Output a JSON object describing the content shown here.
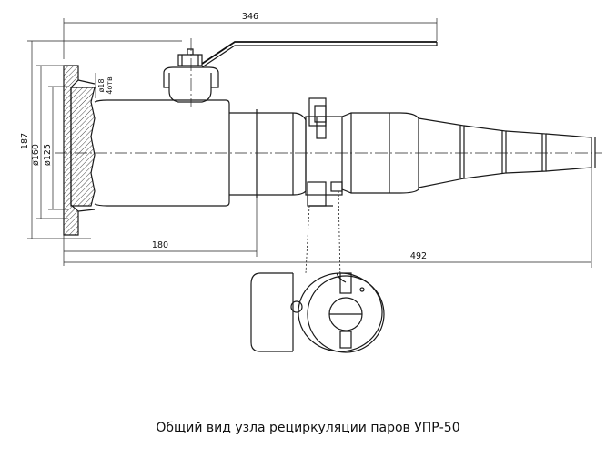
{
  "caption": "Общий вид узла рециркуляции паров УПР-50",
  "dimensions": {
    "handle_length": "346",
    "height": "187",
    "flange_outer_dia": "ø160",
    "bore_dia": "ø125",
    "bolt_hole": "ø18",
    "bolt_count": "4отв",
    "body_length": "180",
    "total_length": "492"
  }
}
